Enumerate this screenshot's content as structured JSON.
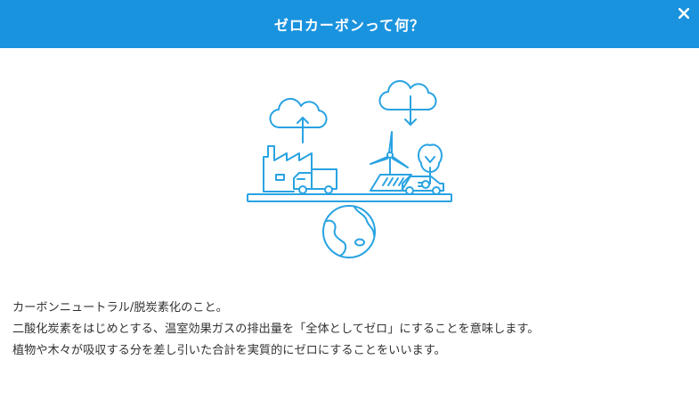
{
  "modal": {
    "title": "ゼロカーボンって何？",
    "close_glyph": "✕",
    "accent_color": "#1a93de",
    "illustration_stroke_color": "#29a3e2",
    "icons": [
      "close-icon",
      "cloud-icon",
      "arrow-up-icon",
      "arrow-down-icon",
      "factory-icon",
      "truck-icon",
      "wind-turbine-icon",
      "tree-icon",
      "solar-panel-icon",
      "electric-car-icon",
      "globe-icon"
    ],
    "paragraphs": [
      "カーボンニュートラル/脱炭素化のこと。",
      "二酸化炭素をはじめとする、温室効果ガスの排出量を「全体としてゼロ」にすることを意味します。",
      "植物や木々が吸収する分を差し引いた合計を実質的にゼロにすることをいいます。"
    ]
  }
}
